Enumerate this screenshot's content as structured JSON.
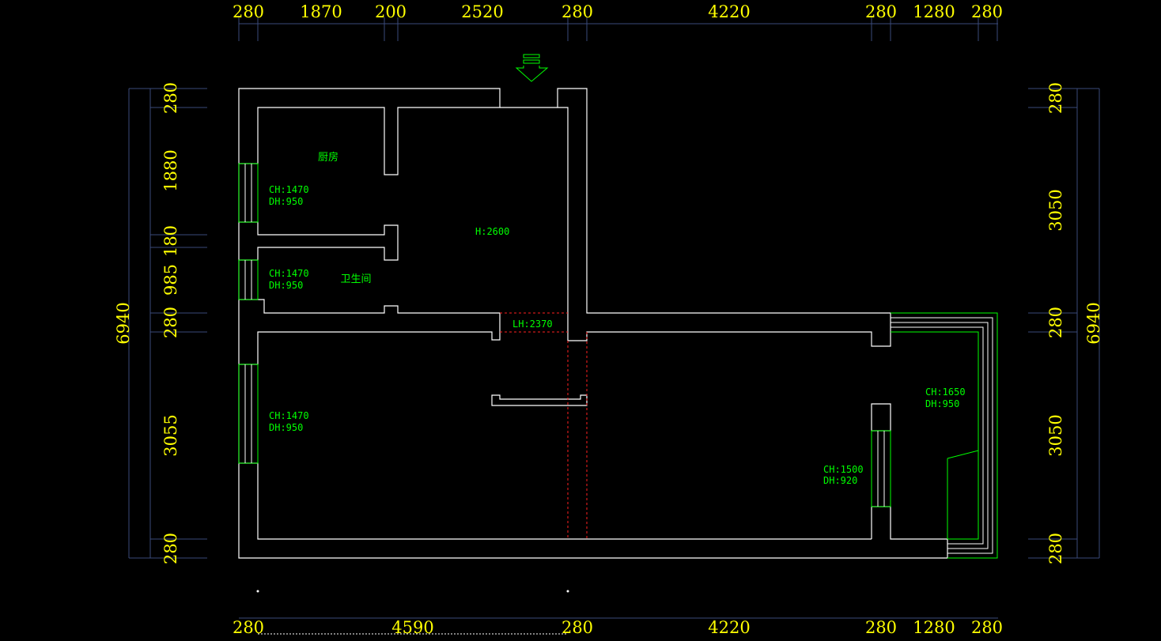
{
  "dims": {
    "top": [
      "280",
      "1870",
      "200",
      "2520",
      "280",
      "4220",
      "280",
      "1280",
      "280"
    ],
    "bottom": [
      "280",
      "4590",
      "280",
      "4220",
      "280",
      "1280",
      "280"
    ],
    "left_total": "6940",
    "left": [
      "280",
      "1880",
      "180",
      "985",
      "280",
      "3055",
      "280"
    ],
    "right_total": "6940",
    "right": [
      "280",
      "3050",
      "280",
      "3050",
      "280"
    ]
  },
  "rooms": {
    "kitchen": "厨房",
    "bathroom": "卫生间",
    "height": "H:2600",
    "beam": "LH:2370"
  },
  "windows": {
    "w1": [
      "CH:1470",
      "DH:950"
    ],
    "w2": [
      "CH:1470",
      "DH:950"
    ],
    "w3": [
      "CH:1470",
      "DH:950"
    ],
    "w4": [
      "CH:1650",
      "DH:950"
    ],
    "w5": [
      "CH:1500",
      "DH:920"
    ]
  }
}
